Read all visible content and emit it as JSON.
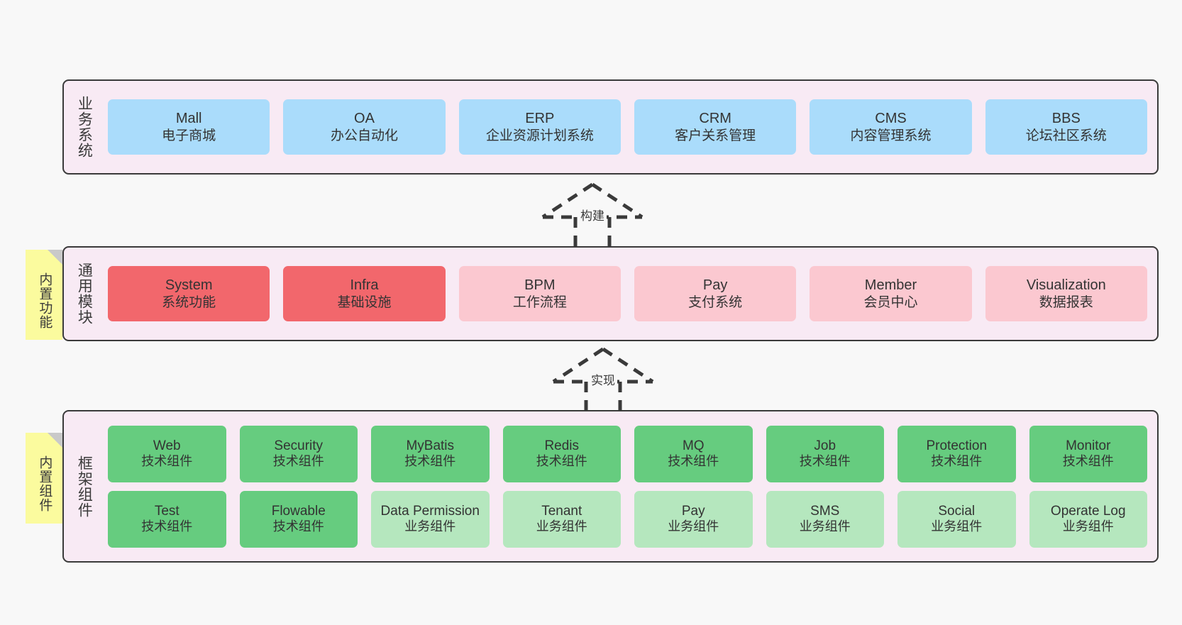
{
  "colors": {
    "canvas": "#f8f8f8",
    "panel_bg": "#f8eaf4",
    "panel_border": "#3a3a3a",
    "business_box": "#aadcfb",
    "module_core": "#f2676c",
    "module_optional": "#fbc8d0",
    "tech_component": "#66cc7f",
    "business_component": "#b5e7be",
    "note_bg": "#fbfb9e",
    "note_fold": "#c9c9c9",
    "text": "#333333"
  },
  "layers": {
    "business": {
      "title": "业务系统",
      "items": [
        {
          "en": "Mall",
          "cn": "电子商城"
        },
        {
          "en": "OA",
          "cn": "办公自动化"
        },
        {
          "en": "ERP",
          "cn": "企业资源计划系统"
        },
        {
          "en": "CRM",
          "cn": "客户关系管理"
        },
        {
          "en": "CMS",
          "cn": "内容管理系统"
        },
        {
          "en": "BBS",
          "cn": "论坛社区系统"
        }
      ]
    },
    "common": {
      "title": "通用模块",
      "note": "内置功能",
      "items": [
        {
          "en": "System",
          "cn": "系统功能",
          "kind": "core"
        },
        {
          "en": "Infra",
          "cn": "基础设施",
          "kind": "core"
        },
        {
          "en": "BPM",
          "cn": "工作流程",
          "kind": "optional"
        },
        {
          "en": "Pay",
          "cn": "支付系统",
          "kind": "optional"
        },
        {
          "en": "Member",
          "cn": "会员中心",
          "kind": "optional"
        },
        {
          "en": "Visualization",
          "cn": "数据报表",
          "kind": "optional"
        }
      ]
    },
    "framework": {
      "title": "框架组件",
      "note": "内置组件",
      "row1": [
        {
          "en": "Web",
          "cn": "技术组件",
          "kind": "tech"
        },
        {
          "en": "Security",
          "cn": "技术组件",
          "kind": "tech"
        },
        {
          "en": "MyBatis",
          "cn": "技术组件",
          "kind": "tech"
        },
        {
          "en": "Redis",
          "cn": "技术组件",
          "kind": "tech"
        },
        {
          "en": "MQ",
          "cn": "技术组件",
          "kind": "tech"
        },
        {
          "en": "Job",
          "cn": "技术组件",
          "kind": "tech"
        },
        {
          "en": "Protection",
          "cn": "技术组件",
          "kind": "tech"
        },
        {
          "en": "Monitor",
          "cn": "技术组件",
          "kind": "tech"
        }
      ],
      "row2": [
        {
          "en": "Test",
          "cn": "技术组件",
          "kind": "tech"
        },
        {
          "en": "Flowable",
          "cn": "技术组件",
          "kind": "tech"
        },
        {
          "en": "Data Permission",
          "cn": "业务组件",
          "kind": "business"
        },
        {
          "en": "Tenant",
          "cn": "业务组件",
          "kind": "business"
        },
        {
          "en": "Pay",
          "cn": "业务组件",
          "kind": "business"
        },
        {
          "en": "SMS",
          "cn": "业务组件",
          "kind": "business"
        },
        {
          "en": "Social",
          "cn": "业务组件",
          "kind": "business"
        },
        {
          "en": "Operate Log",
          "cn": "业务组件",
          "kind": "business"
        }
      ]
    }
  },
  "connectors": [
    {
      "label": "构建"
    },
    {
      "label": "实现"
    }
  ]
}
